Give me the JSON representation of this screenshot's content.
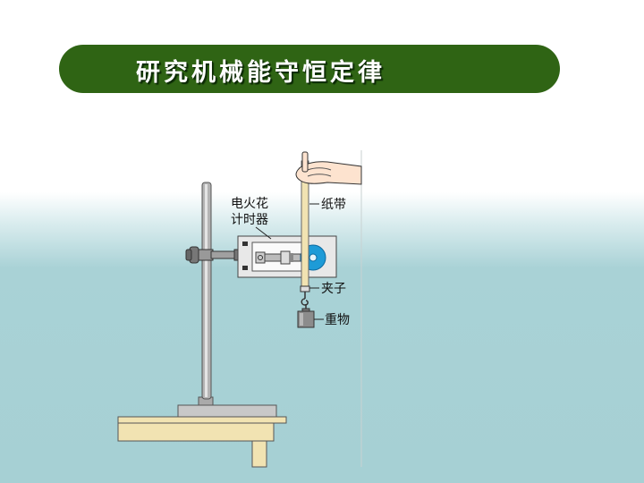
{
  "title": "研究机械能守恒定律",
  "labels": {
    "timer_line1": "电火花",
    "timer_line2": "计时器",
    "tape": "纸带",
    "clip": "夹子",
    "weight": "重物"
  }
}
